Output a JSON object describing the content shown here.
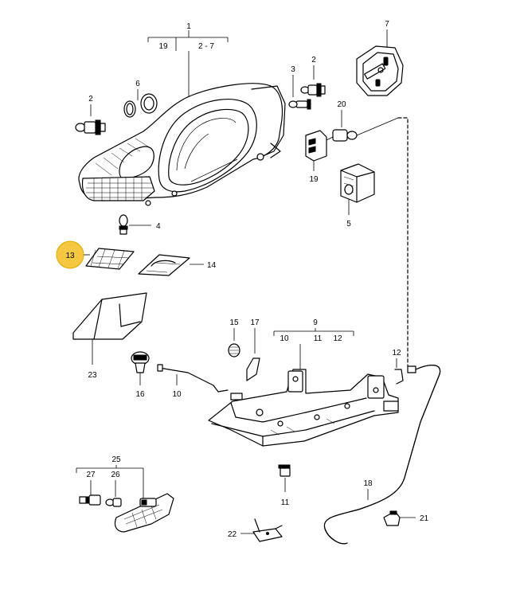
{
  "callouts": [
    {
      "id": "c1",
      "text": "1"
    },
    {
      "id": "c19a",
      "text": "19"
    },
    {
      "id": "c2to7",
      "text": "2 - 7"
    },
    {
      "id": "c6",
      "text": "6"
    },
    {
      "id": "c7",
      "text": "7"
    },
    {
      "id": "c3",
      "text": "3"
    },
    {
      "id": "c2a",
      "text": "2"
    },
    {
      "id": "c2b",
      "text": "2"
    },
    {
      "id": "c20",
      "text": "20"
    },
    {
      "id": "c19b",
      "text": "19"
    },
    {
      "id": "c5",
      "text": "5"
    },
    {
      "id": "c4",
      "text": "4"
    },
    {
      "id": "c13",
      "text": "13"
    },
    {
      "id": "c14",
      "text": "14"
    },
    {
      "id": "c15",
      "text": "15"
    },
    {
      "id": "c17",
      "text": "17"
    },
    {
      "id": "c9",
      "text": "9"
    },
    {
      "id": "c10a",
      "text": "10"
    },
    {
      "id": "c11a",
      "text": "11"
    },
    {
      "id": "c12a",
      "text": "12"
    },
    {
      "id": "c12b",
      "text": "12"
    },
    {
      "id": "c23",
      "text": "23"
    },
    {
      "id": "c16",
      "text": "16"
    },
    {
      "id": "c10b",
      "text": "10"
    },
    {
      "id": "c25",
      "text": "25"
    },
    {
      "id": "c27",
      "text": "27"
    },
    {
      "id": "c26",
      "text": "26"
    },
    {
      "id": "c11b",
      "text": "11"
    },
    {
      "id": "c18",
      "text": "18"
    },
    {
      "id": "c21",
      "text": "21"
    },
    {
      "id": "c22",
      "text": "22"
    }
  ],
  "highlight": {
    "text": "13",
    "color": "#f5c842"
  }
}
